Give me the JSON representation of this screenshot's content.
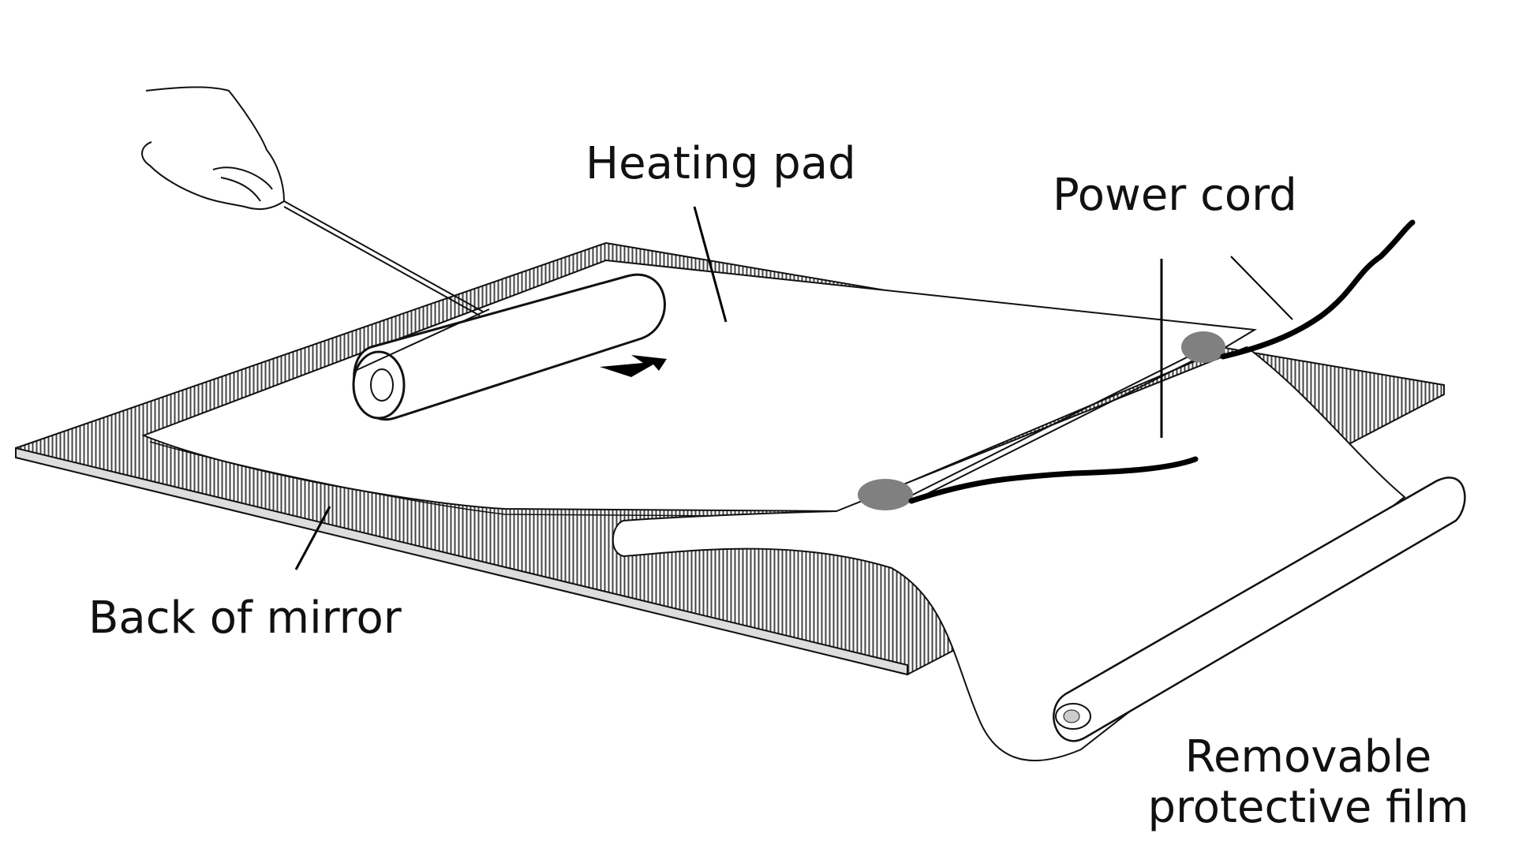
{
  "labels": {
    "heating_pad": "Heating pad",
    "power_cord": "Power cord",
    "back_of_mirror": "Back of mirror",
    "protective_film": "Removable protective film"
  },
  "colors": {
    "ink": "#111111",
    "hatch": "#555555",
    "connector": "#808080",
    "paper": "#ffffff"
  },
  "icons": {
    "hand": "hand-icon",
    "roller": "paint-roller-icon",
    "arrow": "direction-arrow-icon"
  }
}
